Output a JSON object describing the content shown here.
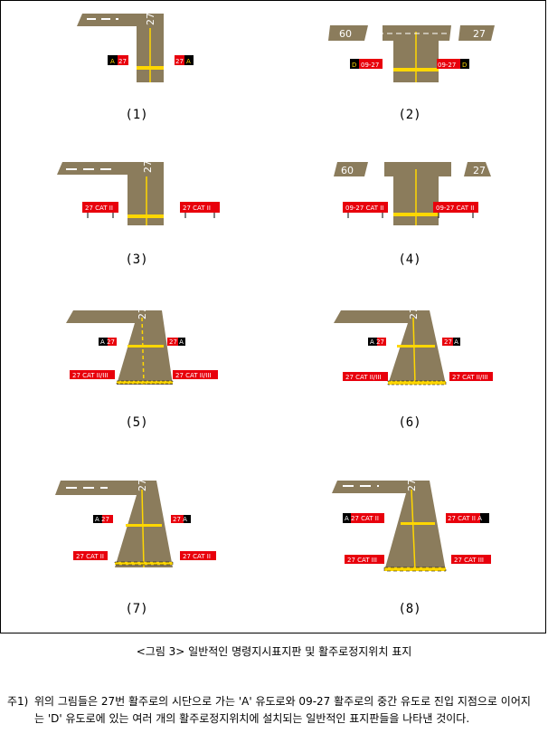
{
  "colors": {
    "pavement": "#8b7c5c",
    "centerline": "#ffd700",
    "sign_red": "#e8000c",
    "sign_black": "#000000",
    "sign_text": "#ffffff",
    "edge_white": "#ffffff"
  },
  "panels": [
    {
      "label": "(1)",
      "signs": [
        "A 27",
        "27 A"
      ]
    },
    {
      "label": "(2)",
      "signs": [
        "D 09-27",
        "09-27 D"
      ]
    },
    {
      "label": "(3)",
      "signs": [
        "27 CAT II",
        "27 CAT II"
      ]
    },
    {
      "label": "(4)",
      "signs": [
        "09-27 CAT II",
        "09-27 CAT II"
      ]
    },
    {
      "label": "(5)",
      "signs": [
        "A 27",
        "27 A",
        "27 CAT II/III",
        "27 CAT II/III"
      ]
    },
    {
      "label": "(6)",
      "signs": [
        "A 27",
        "27 A",
        "27 CAT II/III",
        "27 CAT II/III"
      ]
    },
    {
      "label": "(7)",
      "signs": [
        "A 27",
        "27 A",
        "27 CAT II",
        "27 CAT II"
      ]
    },
    {
      "label": "(8)",
      "signs": [
        "A 27 CAT II",
        "27 CAT II A",
        "27 CAT III",
        "27 CAT III"
      ]
    }
  ],
  "runway_numbers": {
    "r27": "27",
    "r09": "09"
  },
  "caption": "<그림 3> 일반적인 명령지시표지판 및 활주로정지위치 표지",
  "note": {
    "marker": "주1)",
    "text": "위의 그림들은 27번 활주로의 시단으로 가는 'A' 유도로와 09-27 활주로의 중간 유도로 진입 지점으로 이어지는 'D' 유도로에 있는 여러 개의 활주로정지위치에 설치되는 일반적인 표지판들을 나타낸 것이다."
  }
}
